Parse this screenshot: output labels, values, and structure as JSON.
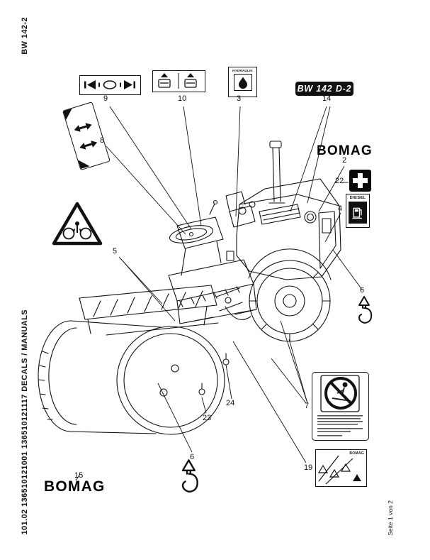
{
  "page": {
    "side_label_top": "BW 142-2",
    "side_label_bottom": "101.02 136510121001 136510121117 DECALS / MANUALS",
    "page_indicator": "Seite 1 von 2"
  },
  "branding": {
    "model_badge": "BW 142 D-2",
    "brand_upper": "BOMAG",
    "brand_lower": "BOMAG",
    "manuals_decal_brand": "BOMAG"
  },
  "decals": {
    "hydraulik": "HYDRAULIK",
    "diesel": "DIESEL"
  },
  "callouts": {
    "c2": "2",
    "c3": "3",
    "c4": "4",
    "c5": "5",
    "c6_right": "6",
    "c6_bottom": "6",
    "c7": "7",
    "c8": "8",
    "c9": "9",
    "c10": "10",
    "c14": "14",
    "c15": "15",
    "c19": "19",
    "c22": "22",
    "c23": "23",
    "c24": "24"
  },
  "colors": {
    "ink": "#111111",
    "paper": "#ffffff"
  }
}
